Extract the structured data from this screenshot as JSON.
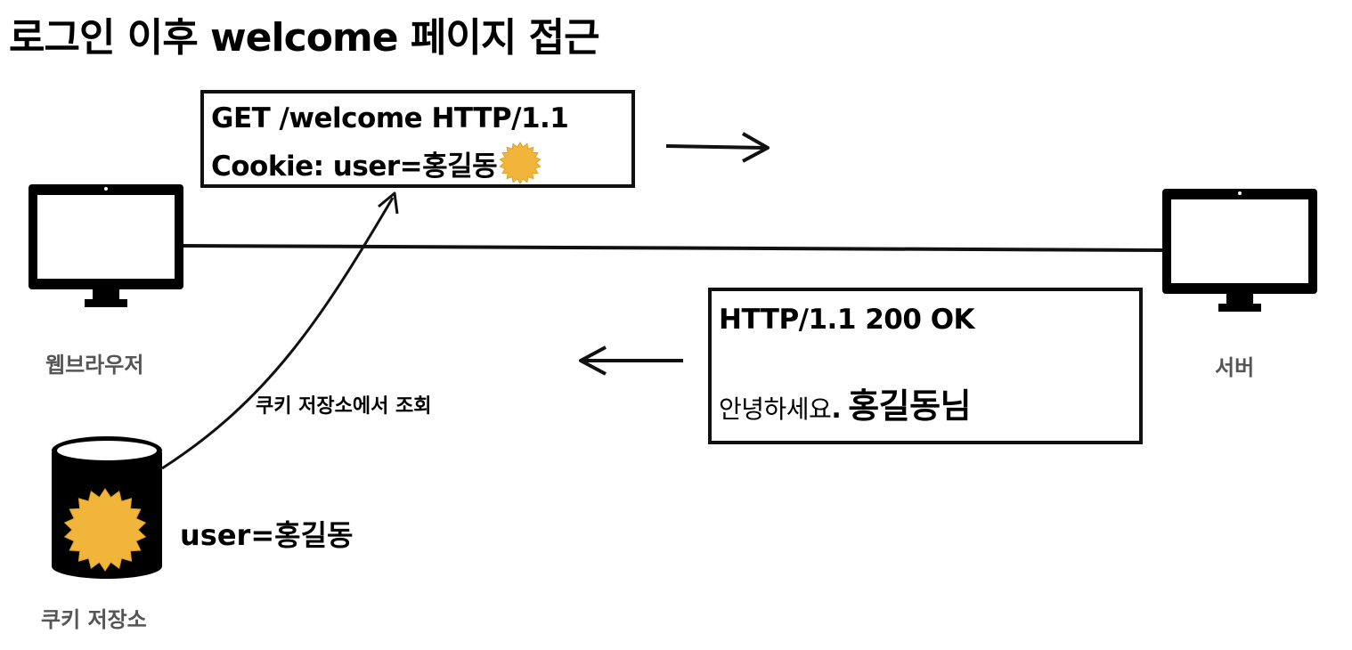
{
  "title": "로그인 이후 welcome 페이지 접근",
  "request": {
    "line1": "GET /welcome HTTP/1.1",
    "line2": "Cookie: user=홍길동",
    "cookie_icon": "sun-cookie-icon"
  },
  "response": {
    "status_line": "HTTP/1.1 200 OK",
    "greeting": "안녕하세요",
    "greeting_punct": ".",
    "greeting_name": "홍길동님"
  },
  "browser": {
    "label": "웹브라우저",
    "icon": "monitor-icon"
  },
  "server": {
    "label": "서버",
    "icon": "monitor-icon"
  },
  "cookie_storage": {
    "label": "쿠키 저장소",
    "icon": "database-icon",
    "value": "user=홍길동",
    "lookup_label": "쿠키 저장소에서 조회"
  },
  "colors": {
    "cookie": "#F2B53C",
    "stroke": "#111111",
    "label_gray": "#555555"
  }
}
